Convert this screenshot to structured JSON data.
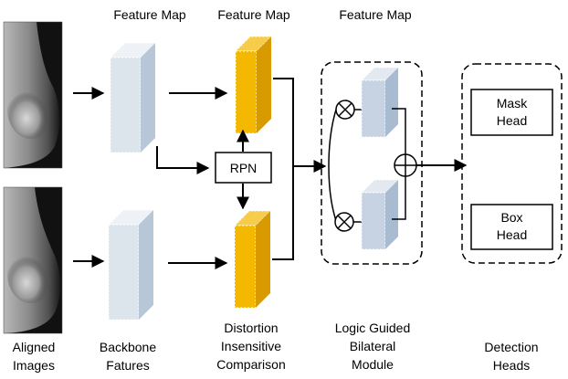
{
  "headers": {
    "feature_map_1": "Feature Map",
    "feature_map_2": "Feature Map",
    "feature_map_3": "Feature Map"
  },
  "blocks": {
    "rpn": "RPN",
    "mask_head_line1": "Mask",
    "mask_head_line2": "Head",
    "box_head_line1": "Box",
    "box_head_line2": "Head"
  },
  "bottom_labels": {
    "aligned_1": "Aligned",
    "aligned_2": "Images",
    "backbone_1": "Backbone",
    "backbone_2": "Fatures",
    "comparison_1": "Distortion",
    "comparison_2": "Insensitive",
    "comparison_3": "Comparison",
    "bilateral_1": "Logic Guided",
    "bilateral_2": "Bilateral",
    "bilateral_3": "Module",
    "detection_1": "Detection",
    "detection_2": "Heads"
  },
  "icons": [
    "multiply-operator-icon",
    "multiply-operator-icon",
    "add-operator-icon"
  ],
  "colors": {
    "feature_front": "#F5B800",
    "feature_side": "#D99A00",
    "backbone_front": "#DCE4EC",
    "backbone_side": "#B7C7D8",
    "bilateral_front": "#C7D3E2",
    "bilateral_side": "#A8BBD1"
  }
}
